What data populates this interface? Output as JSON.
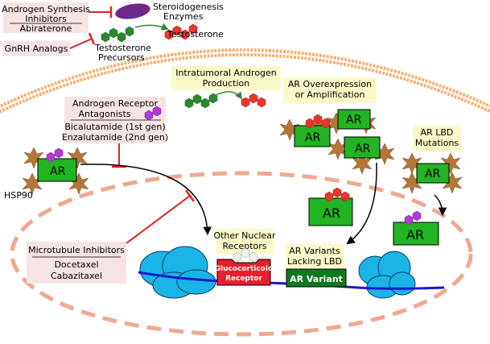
{
  "labels": {
    "androgen_synthesis_inhibitors": [
      "Androgen Synthesis",
      "Inhibitors"
    ],
    "abiraterone": "Abiraterone",
    "gnrh_analogs": "GnRH Analogs",
    "steroidogenesis_enzymes": [
      "Steroidogenesis",
      "Enzymes"
    ],
    "testosterone_precursors": [
      "Testosterone",
      "Precursors"
    ],
    "testosterone": "Testosterone",
    "intratumoral_androgen_production": [
      "Intratumoral Androgen",
      "Production"
    ],
    "ar_overexpression": [
      "AR Overexpression",
      "or Amplification"
    ],
    "ar_antagonists": [
      "Androgen Receptor",
      "Antagonists"
    ],
    "bicalutamide": "Bicalutamide (1st gen)",
    "enzalutamide": "Enzalutamide (2nd gen)",
    "ar_lbd_mutations": [
      "AR LBD",
      "Mutations"
    ],
    "hsp90": "HSP90",
    "ar": "AR",
    "other_nuclear_receptors": [
      "Other Nuclear",
      "Receptors"
    ],
    "glucocorticoid_receptor": [
      "Glucocorticoid",
      "Receptor"
    ],
    "ar_variants_lacking_lbd": [
      "AR Variants",
      "Lacking LBD"
    ],
    "ar_variant": "AR Variant",
    "microtubule_inhibitors": "Microtubule Inhibitors",
    "docetaxel": "Docetaxel",
    "cabazitaxel": "Cabazitaxel"
  },
  "colors": {
    "receptor_green": "#22b422",
    "hsp90_brown": "#b5763a",
    "ligand_magenta": "#b03bd6",
    "testosterone_red": "#e8362b",
    "precursor_green": "#2a8a2a",
    "enzyme_purple": "#6e2a8a",
    "inhibition_red": "#e02020",
    "nucleus_pink": "#f0a890",
    "membrane_orange": "#f4a860",
    "dna_blue": "#1a1ad0",
    "chromatin_cyan": "#1ab4e6",
    "label_box_pink": "#f6e4e4",
    "label_box_yellow": "#fafac8",
    "gr_red": "#e81e2a",
    "variant_dark_green": "#0e7a1e"
  }
}
